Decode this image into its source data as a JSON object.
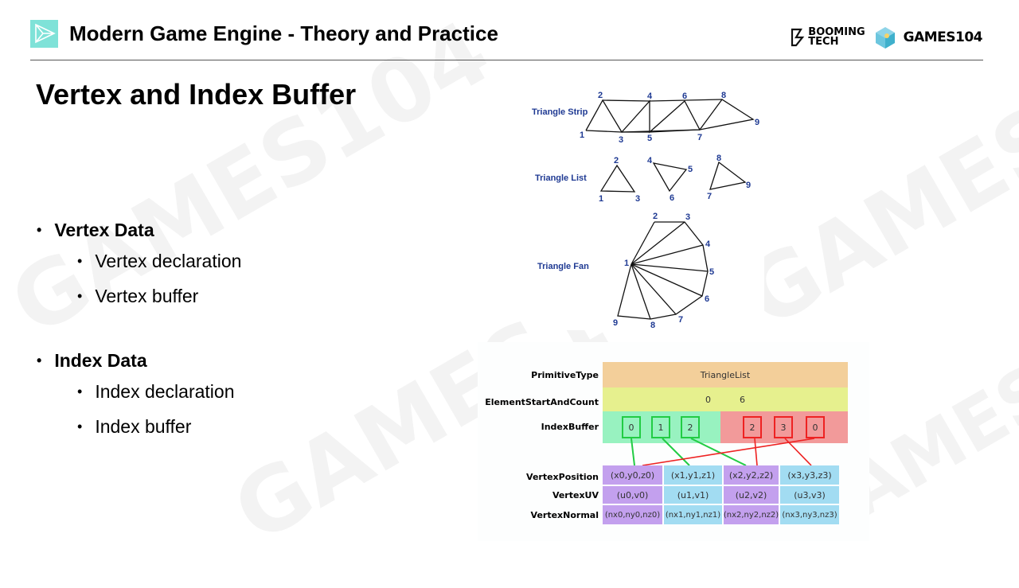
{
  "header": {
    "title": "Modern Game Engine - Theory and Practice",
    "brand_booming": "BOOMING",
    "brand_tech": "TECH",
    "brand_games": "GAMES104"
  },
  "slide": {
    "title": "Vertex and Index Buffer",
    "bullets": [
      {
        "label": "Vertex Data",
        "children": [
          "Vertex declaration",
          "Vertex buffer"
        ]
      },
      {
        "label": "Index Data",
        "children": [
          "Index declaration",
          "Index buffer"
        ]
      }
    ]
  },
  "topology": {
    "strip_label": "Triangle Strip",
    "list_label": "Triangle List",
    "fan_label": "Triangle Fan",
    "strip_vertices": [
      "1",
      "2",
      "3",
      "4",
      "5",
      "6",
      "7",
      "8",
      "9"
    ],
    "list_vertices": [
      "1",
      "2",
      "3",
      "4",
      "5",
      "6",
      "7",
      "8",
      "9"
    ],
    "fan_vertices": [
      "1",
      "2",
      "3",
      "4",
      "5",
      "6",
      "7",
      "8",
      "9"
    ]
  },
  "buffer_diagram": {
    "primitive_type_label": "PrimitiveType",
    "primitive_type_value": "TriangleList",
    "element_label": "ElementStartAndCount",
    "element_start": "0",
    "element_count": "6",
    "index_buffer_label": "IndexBuffer",
    "indices_green": [
      "0",
      "1",
      "2"
    ],
    "indices_red": [
      "2",
      "3",
      "0"
    ],
    "vertex_position_label": "VertexPosition",
    "vertex_uv_label": "VertexUV",
    "vertex_normal_label": "VertexNormal",
    "positions": [
      "(x0,y0,z0)",
      "(x1,y1,z1)",
      "(x2,y2,z2)",
      "(x3,y3,z3)"
    ],
    "uvs": [
      "(u0,v0)",
      "(u1,v1)",
      "(u2,v2)",
      "(u3,v3)"
    ],
    "normals": [
      "(nx0,ny0,nz0)",
      "(nx1,ny1,nz1)",
      "(nx2,ny2,nz2)",
      "(nx3,ny3,nz3)"
    ],
    "colors": {
      "primitive_row": "#f3cf9a",
      "element_row": "#e6f08e",
      "index_green_bg": "#98f2c0",
      "index_red_bg": "#f29a9a",
      "green_line": "#22cc44",
      "red_line": "#ee2222",
      "purple_cell": "#c3a0ee",
      "blue_cell": "#a2dcf2"
    }
  }
}
